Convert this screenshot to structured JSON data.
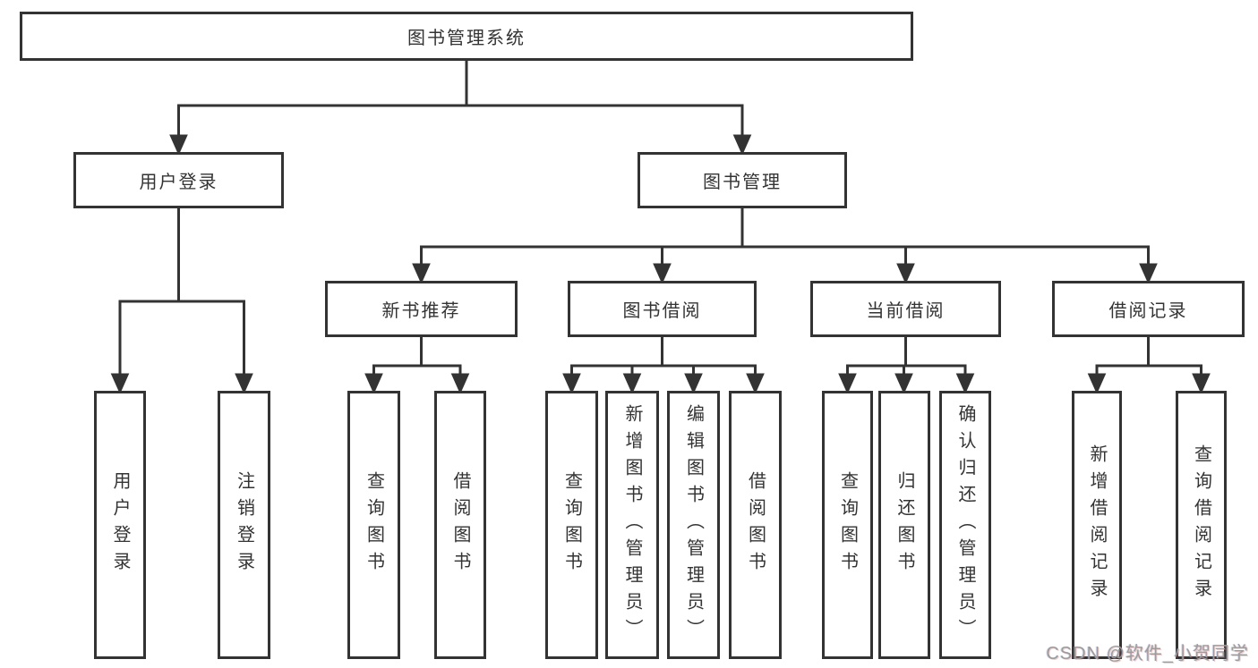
{
  "tree": {
    "root": "图书管理系统",
    "branches": [
      {
        "label": "用户登录",
        "leaves": [
          "用户登录",
          "注销登录"
        ]
      },
      {
        "label": "图书管理",
        "groups": [
          {
            "label": "新书推荐",
            "leaves": [
              "查询图书",
              "借阅图书"
            ]
          },
          {
            "label": "图书借阅",
            "leaves": [
              "查询图书",
              "新增图书（管理员）",
              "编辑图书（管理员）",
              "借阅图书"
            ]
          },
          {
            "label": "当前借阅",
            "leaves": [
              "查询图书",
              "归还图书",
              "确认归还（管理员）"
            ]
          },
          {
            "label": "借阅记录",
            "leaves": [
              "新增借阅记录",
              "查询借阅记录"
            ]
          }
        ]
      }
    ]
  },
  "watermark": {
    "text": "CSDN @软件_小贺同学"
  },
  "colors": {
    "line": "#333333",
    "text": "#333333",
    "background": "#ffffff",
    "watermark": "#a09b9b"
  }
}
